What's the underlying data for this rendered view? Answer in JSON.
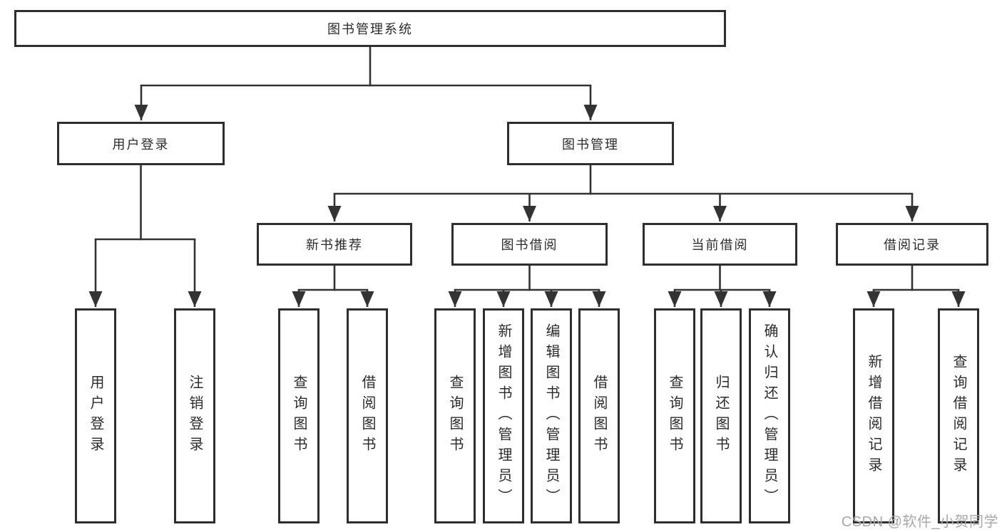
{
  "diagram_type": "hierarchy-tree",
  "colors": {
    "line": "#333333",
    "box_border": "#2e2e2e",
    "text": "#2b2b2b",
    "watermark": "#a8a8a8",
    "background": "#ffffff"
  },
  "nodes": {
    "root": "图书管理系统",
    "user_login": "用户登录",
    "book_mgmt": "图书管理",
    "new_book_rec": "新书推荐",
    "book_borrow": "图书借阅",
    "current_borrow": "当前借阅",
    "borrow_records": "借阅记录"
  },
  "leaves": {
    "user_login": "用户登录",
    "logout": "注销登录",
    "query_book_rec": "查询图书",
    "borrow_book_rec": "借阅图书",
    "query_book_borrow": "查询图书",
    "add_book_admin": "新增图书（管理员）",
    "edit_book_admin": "编辑图书（管理员）",
    "borrow_book": "借阅图书",
    "query_book_current": "查询图书",
    "return_book": "归还图书",
    "confirm_return_admin": "确认归还（管理员）",
    "add_borrow_record": "新增借阅记录",
    "query_borrow_record": "查询借阅记录"
  },
  "watermark": "CSDN @软件_小贺同学"
}
